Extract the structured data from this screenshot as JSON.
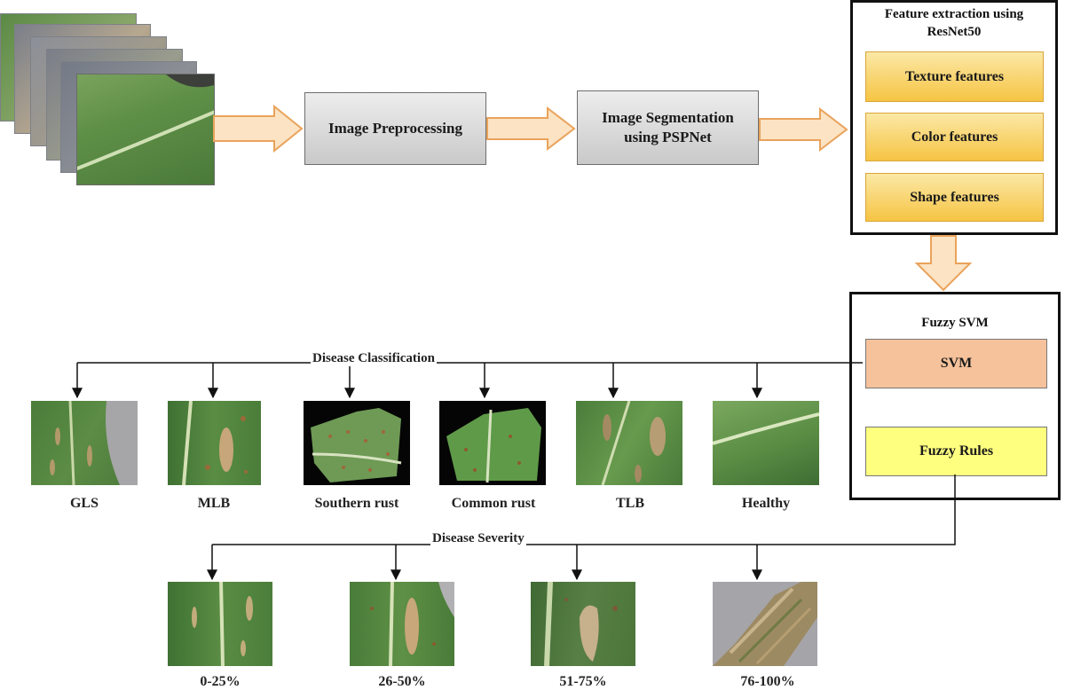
{
  "pipeline": {
    "preprocessing": "Image Preprocessing",
    "segmentation": "Image Segmentation using PSPNet"
  },
  "feature_extraction": {
    "title": "Feature extraction using ResNet50",
    "features": [
      "Texture features",
      "Color features",
      "Shape features"
    ]
  },
  "fuzzy_svm": {
    "title": "Fuzzy SVM",
    "svm": "SVM",
    "rules": "Fuzzy Rules"
  },
  "classification": {
    "label": "Disease Classification",
    "classes": [
      "GLS",
      "MLB",
      "Southern rust",
      "Common rust",
      "TLB",
      "Healthy"
    ]
  },
  "severity": {
    "label": "Disease Severity",
    "levels": [
      "0-25%",
      "26-50%",
      "51-75%",
      "76-100%"
    ]
  },
  "colors": {
    "arrow_fill": "#fbe3c4",
    "arrow_stroke": "#e9a35b",
    "feature_fill": "#f6c443",
    "svm_fill": "#f6c29b",
    "rules_fill": "#ffff7f",
    "leaf_green": "#4d8a3e"
  }
}
